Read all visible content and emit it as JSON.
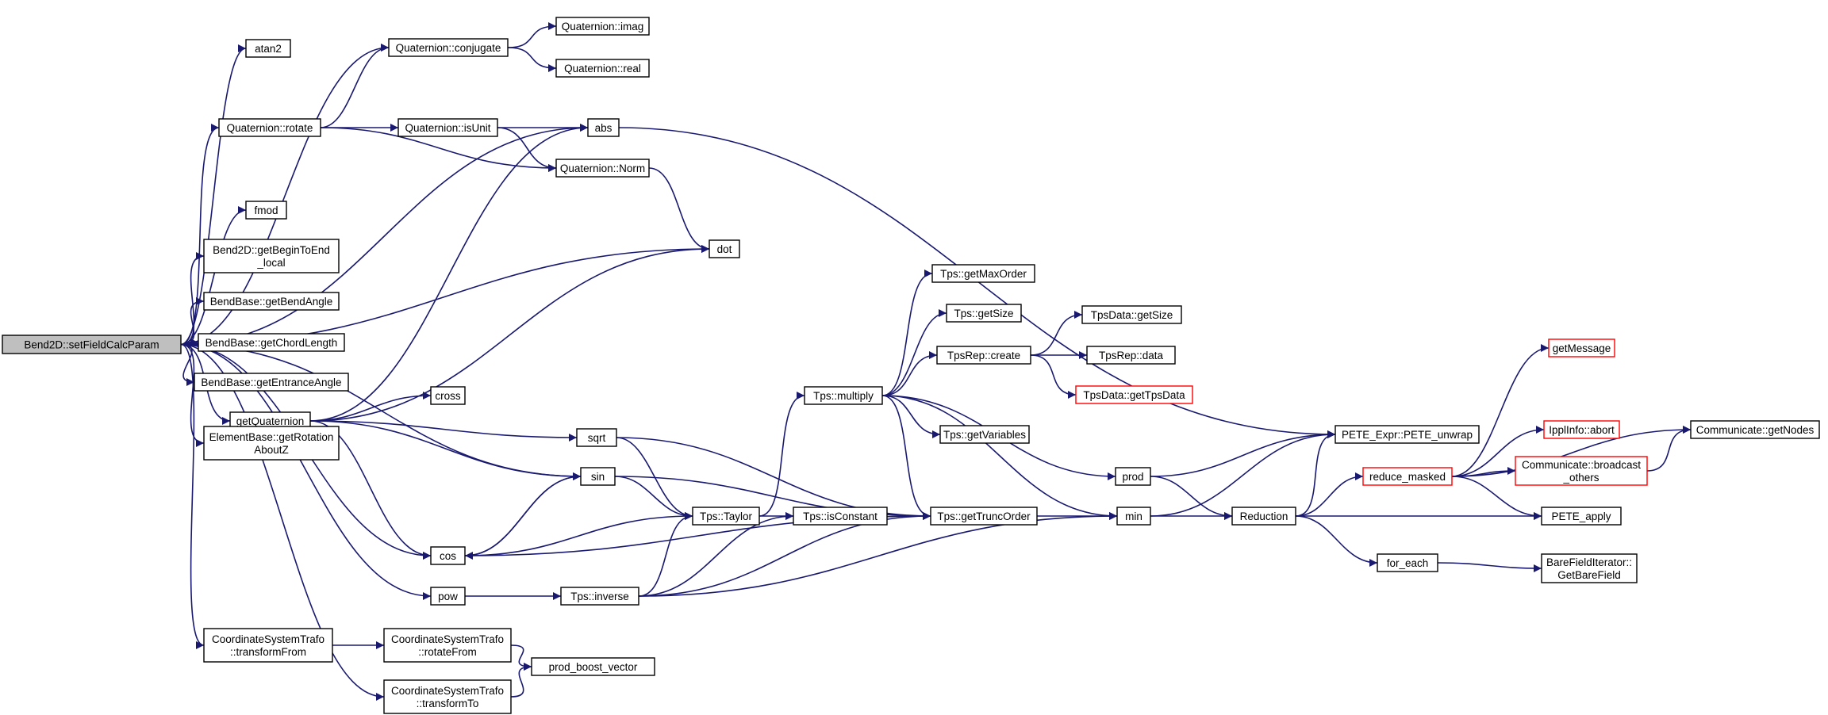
{
  "colors": {
    "edge": "#191970",
    "node_border": "#000000",
    "root_fill": "#bfbfbf",
    "truncated_border": "#ff0000"
  },
  "nodes": [
    {
      "id": "root",
      "lines": [
        "Bend2D::setFieldCalcParam"
      ],
      "root": true
    },
    {
      "id": "atan2",
      "lines": [
        "atan2"
      ]
    },
    {
      "id": "conj",
      "lines": [
        "Quaternion::conjugate"
      ]
    },
    {
      "id": "imag",
      "lines": [
        "Quaternion::imag"
      ]
    },
    {
      "id": "real",
      "lines": [
        "Quaternion::real"
      ]
    },
    {
      "id": "rotate",
      "lines": [
        "Quaternion::rotate"
      ]
    },
    {
      "id": "isUnit",
      "lines": [
        "Quaternion::isUnit"
      ]
    },
    {
      "id": "abs",
      "lines": [
        "abs"
      ]
    },
    {
      "id": "norm",
      "lines": [
        "Quaternion::Norm"
      ]
    },
    {
      "id": "fmod",
      "lines": [
        "fmod"
      ]
    },
    {
      "id": "dot",
      "lines": [
        "dot"
      ]
    },
    {
      "id": "beginEnd",
      "lines": [
        "Bend2D::getBeginToEnd",
        "_local"
      ]
    },
    {
      "id": "bendAngle",
      "lines": [
        "BendBase::getBendAngle"
      ]
    },
    {
      "id": "chord",
      "lines": [
        "BendBase::getChordLength"
      ]
    },
    {
      "id": "entrance",
      "lines": [
        "BendBase::getEntranceAngle"
      ]
    },
    {
      "id": "getQuat",
      "lines": [
        "getQuaternion"
      ]
    },
    {
      "id": "cross",
      "lines": [
        "cross"
      ]
    },
    {
      "id": "rotZ",
      "lines": [
        "ElementBase::getRotation",
        "AboutZ"
      ]
    },
    {
      "id": "sqrt",
      "lines": [
        "sqrt"
      ]
    },
    {
      "id": "sin",
      "lines": [
        "sin"
      ]
    },
    {
      "id": "cos",
      "lines": [
        "cos"
      ]
    },
    {
      "id": "pow",
      "lines": [
        "pow"
      ]
    },
    {
      "id": "csFrom",
      "lines": [
        "CoordinateSystemTrafo",
        "::transformFrom"
      ]
    },
    {
      "id": "csRot",
      "lines": [
        "CoordinateSystemTrafo",
        "::rotateFrom"
      ]
    },
    {
      "id": "boost",
      "lines": [
        "prod_boost_vector"
      ]
    },
    {
      "id": "csTo",
      "lines": [
        "CoordinateSystemTrafo",
        "::transformTo"
      ]
    },
    {
      "id": "taylor",
      "lines": [
        "Tps::Taylor"
      ]
    },
    {
      "id": "isConst",
      "lines": [
        "Tps::isConstant"
      ]
    },
    {
      "id": "inverse",
      "lines": [
        "Tps::inverse"
      ]
    },
    {
      "id": "multiply",
      "lines": [
        "Tps::multiply"
      ]
    },
    {
      "id": "maxOrder",
      "lines": [
        "Tps::getMaxOrder"
      ]
    },
    {
      "id": "getSize",
      "lines": [
        "Tps::getSize"
      ]
    },
    {
      "id": "repCreate",
      "lines": [
        "TpsRep::create"
      ]
    },
    {
      "id": "dataSize",
      "lines": [
        "TpsData::getSize"
      ]
    },
    {
      "id": "repData",
      "lines": [
        "TpsRep::data"
      ]
    },
    {
      "id": "tpsData",
      "lines": [
        "TpsData::getTpsData"
      ],
      "red": true
    },
    {
      "id": "vars",
      "lines": [
        "Tps::getVariables"
      ]
    },
    {
      "id": "trunc",
      "lines": [
        "Tps::getTruncOrder"
      ]
    },
    {
      "id": "prod",
      "lines": [
        "prod"
      ]
    },
    {
      "id": "min",
      "lines": [
        "min"
      ]
    },
    {
      "id": "unwrap",
      "lines": [
        "PETE_Expr::PETE_unwrap"
      ]
    },
    {
      "id": "reduction",
      "lines": [
        "Reduction"
      ]
    },
    {
      "id": "reduceMasked",
      "lines": [
        "reduce_masked"
      ],
      "red": true
    },
    {
      "id": "getMessage",
      "lines": [
        "getMessage"
      ],
      "red": true
    },
    {
      "id": "abort",
      "lines": [
        "IpplInfo::abort"
      ],
      "red": true
    },
    {
      "id": "broadcast",
      "lines": [
        "Communicate::broadcast",
        "_others"
      ],
      "red": true
    },
    {
      "id": "getNodes",
      "lines": [
        "Communicate::getNodes"
      ]
    },
    {
      "id": "peteApply",
      "lines": [
        "PETE_apply"
      ]
    },
    {
      "id": "forEach",
      "lines": [
        "for_each"
      ]
    },
    {
      "id": "bareField",
      "lines": [
        "BareFieldIterator::",
        "GetBareField"
      ]
    }
  ],
  "edges": [
    [
      "root",
      "atan2"
    ],
    [
      "root",
      "conj"
    ],
    [
      "root",
      "abs"
    ],
    [
      "root",
      "rotate"
    ],
    [
      "root",
      "dot"
    ],
    [
      "root",
      "fmod"
    ],
    [
      "root",
      "beginEnd"
    ],
    [
      "root",
      "bendAngle"
    ],
    [
      "root",
      "chord"
    ],
    [
      "root",
      "entrance"
    ],
    [
      "root",
      "getQuat"
    ],
    [
      "root",
      "rotZ"
    ],
    [
      "root",
      "sin"
    ],
    [
      "root",
      "cos"
    ],
    [
      "root",
      "pow"
    ],
    [
      "root",
      "csFrom"
    ],
    [
      "root",
      "csTo"
    ],
    [
      "conj",
      "imag"
    ],
    [
      "conj",
      "real"
    ],
    [
      "rotate",
      "conj"
    ],
    [
      "rotate",
      "isUnit"
    ],
    [
      "rotate",
      "norm"
    ],
    [
      "isUnit",
      "abs"
    ],
    [
      "isUnit",
      "norm"
    ],
    [
      "norm",
      "dot"
    ],
    [
      "abs",
      "unwrap"
    ],
    [
      "getQuat",
      "abs"
    ],
    [
      "getQuat",
      "dot"
    ],
    [
      "getQuat",
      "cross"
    ],
    [
      "getQuat",
      "sqrt"
    ],
    [
      "getQuat",
      "sin"
    ],
    [
      "getQuat",
      "cos"
    ],
    [
      "sqrt",
      "taylor"
    ],
    [
      "sqrt",
      "trunc"
    ],
    [
      "sin",
      "cos"
    ],
    [
      "sin",
      "taylor"
    ],
    [
      "sin",
      "trunc"
    ],
    [
      "cos",
      "sin"
    ],
    [
      "cos",
      "taylor"
    ],
    [
      "cos",
      "trunc"
    ],
    [
      "pow",
      "inverse"
    ],
    [
      "csFrom",
      "csRot"
    ],
    [
      "csRot",
      "boost"
    ],
    [
      "csTo",
      "boost"
    ],
    [
      "taylor",
      "isConst"
    ],
    [
      "taylor",
      "multiply"
    ],
    [
      "inverse",
      "taylor"
    ],
    [
      "inverse",
      "isConst"
    ],
    [
      "inverse",
      "trunc"
    ],
    [
      "inverse",
      "min"
    ],
    [
      "multiply",
      "maxOrder"
    ],
    [
      "multiply",
      "getSize"
    ],
    [
      "multiply",
      "repCreate"
    ],
    [
      "multiply",
      "vars"
    ],
    [
      "multiply",
      "trunc"
    ],
    [
      "multiply",
      "min"
    ],
    [
      "multiply",
      "prod"
    ],
    [
      "repCreate",
      "dataSize"
    ],
    [
      "repCreate",
      "repData"
    ],
    [
      "repCreate",
      "tpsData"
    ],
    [
      "trunc",
      "min"
    ],
    [
      "prod",
      "unwrap"
    ],
    [
      "prod",
      "reduction"
    ],
    [
      "min",
      "unwrap"
    ],
    [
      "min",
      "reduction"
    ],
    [
      "reduction",
      "unwrap"
    ],
    [
      "reduction",
      "reduceMasked"
    ],
    [
      "reduction",
      "peteApply"
    ],
    [
      "reduction",
      "forEach"
    ],
    [
      "reduceMasked",
      "getMessage"
    ],
    [
      "reduceMasked",
      "abort"
    ],
    [
      "reduceMasked",
      "broadcast"
    ],
    [
      "reduceMasked",
      "getNodes"
    ],
    [
      "reduceMasked",
      "peteApply"
    ],
    [
      "broadcast",
      "getNodes"
    ],
    [
      "forEach",
      "bareField"
    ]
  ]
}
